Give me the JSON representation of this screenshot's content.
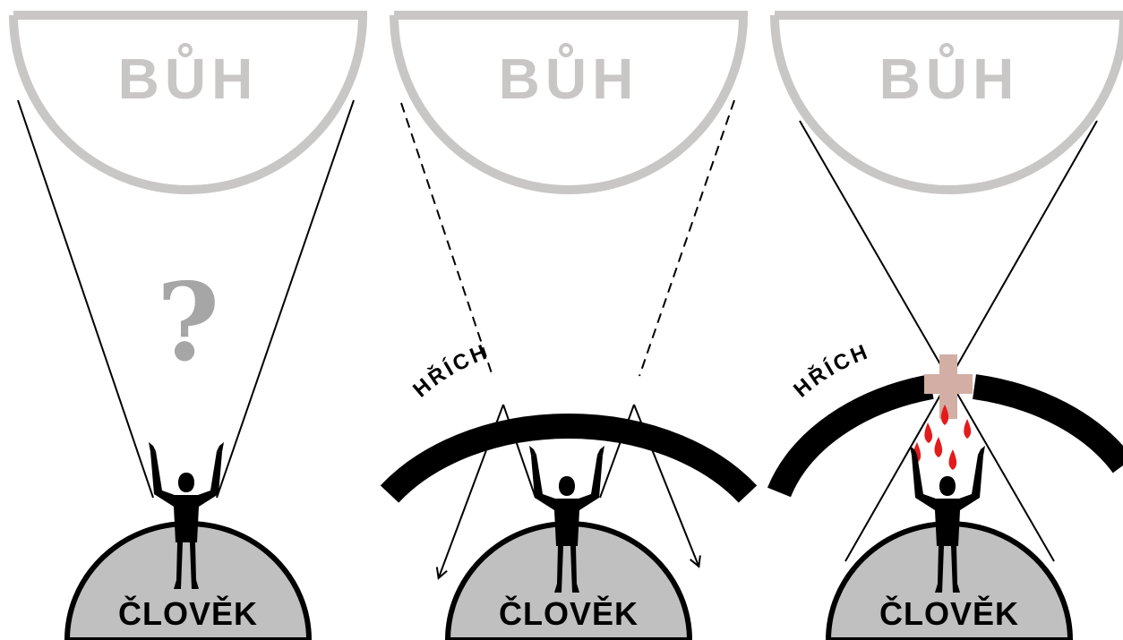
{
  "colors": {
    "god_outline": "#c9c6c6",
    "earth_fill": "#c0c0c0",
    "sin_band": "#000000",
    "question_mark": "#a6a6a6",
    "cross": "#d2aea4",
    "blood": "#e31b1b"
  },
  "panels": [
    {
      "god_label": "BŮH",
      "man_label": "ČLOVĚK",
      "center_symbol": "?"
    },
    {
      "god_label": "BŮH",
      "man_label": "ČLOVĚK",
      "sin_label": "HŘÍCH"
    },
    {
      "god_label": "BŮH",
      "man_label": "ČLOVĚK",
      "sin_label": "HŘÍCH"
    }
  ]
}
